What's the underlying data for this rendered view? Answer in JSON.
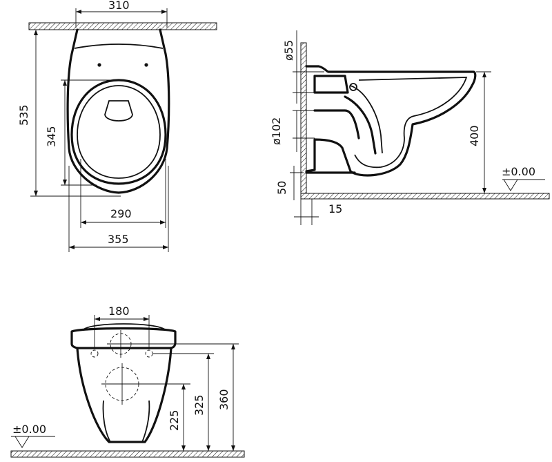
{
  "top_view": {
    "width_top": "310",
    "depth_total": "535",
    "opening_length": "345",
    "opening_width": "290",
    "width_total": "355"
  },
  "side_view": {
    "dia_inlet": "ø55",
    "dia_outlet": "ø102",
    "height_rim": "400",
    "outlet_height": "50",
    "wall_gap": "15",
    "floor_level": "±0.00"
  },
  "front_view": {
    "bolt_spacing": "180",
    "floor_level": "±0.00",
    "height_225": "225",
    "height_325": "325",
    "height_360": "360"
  }
}
